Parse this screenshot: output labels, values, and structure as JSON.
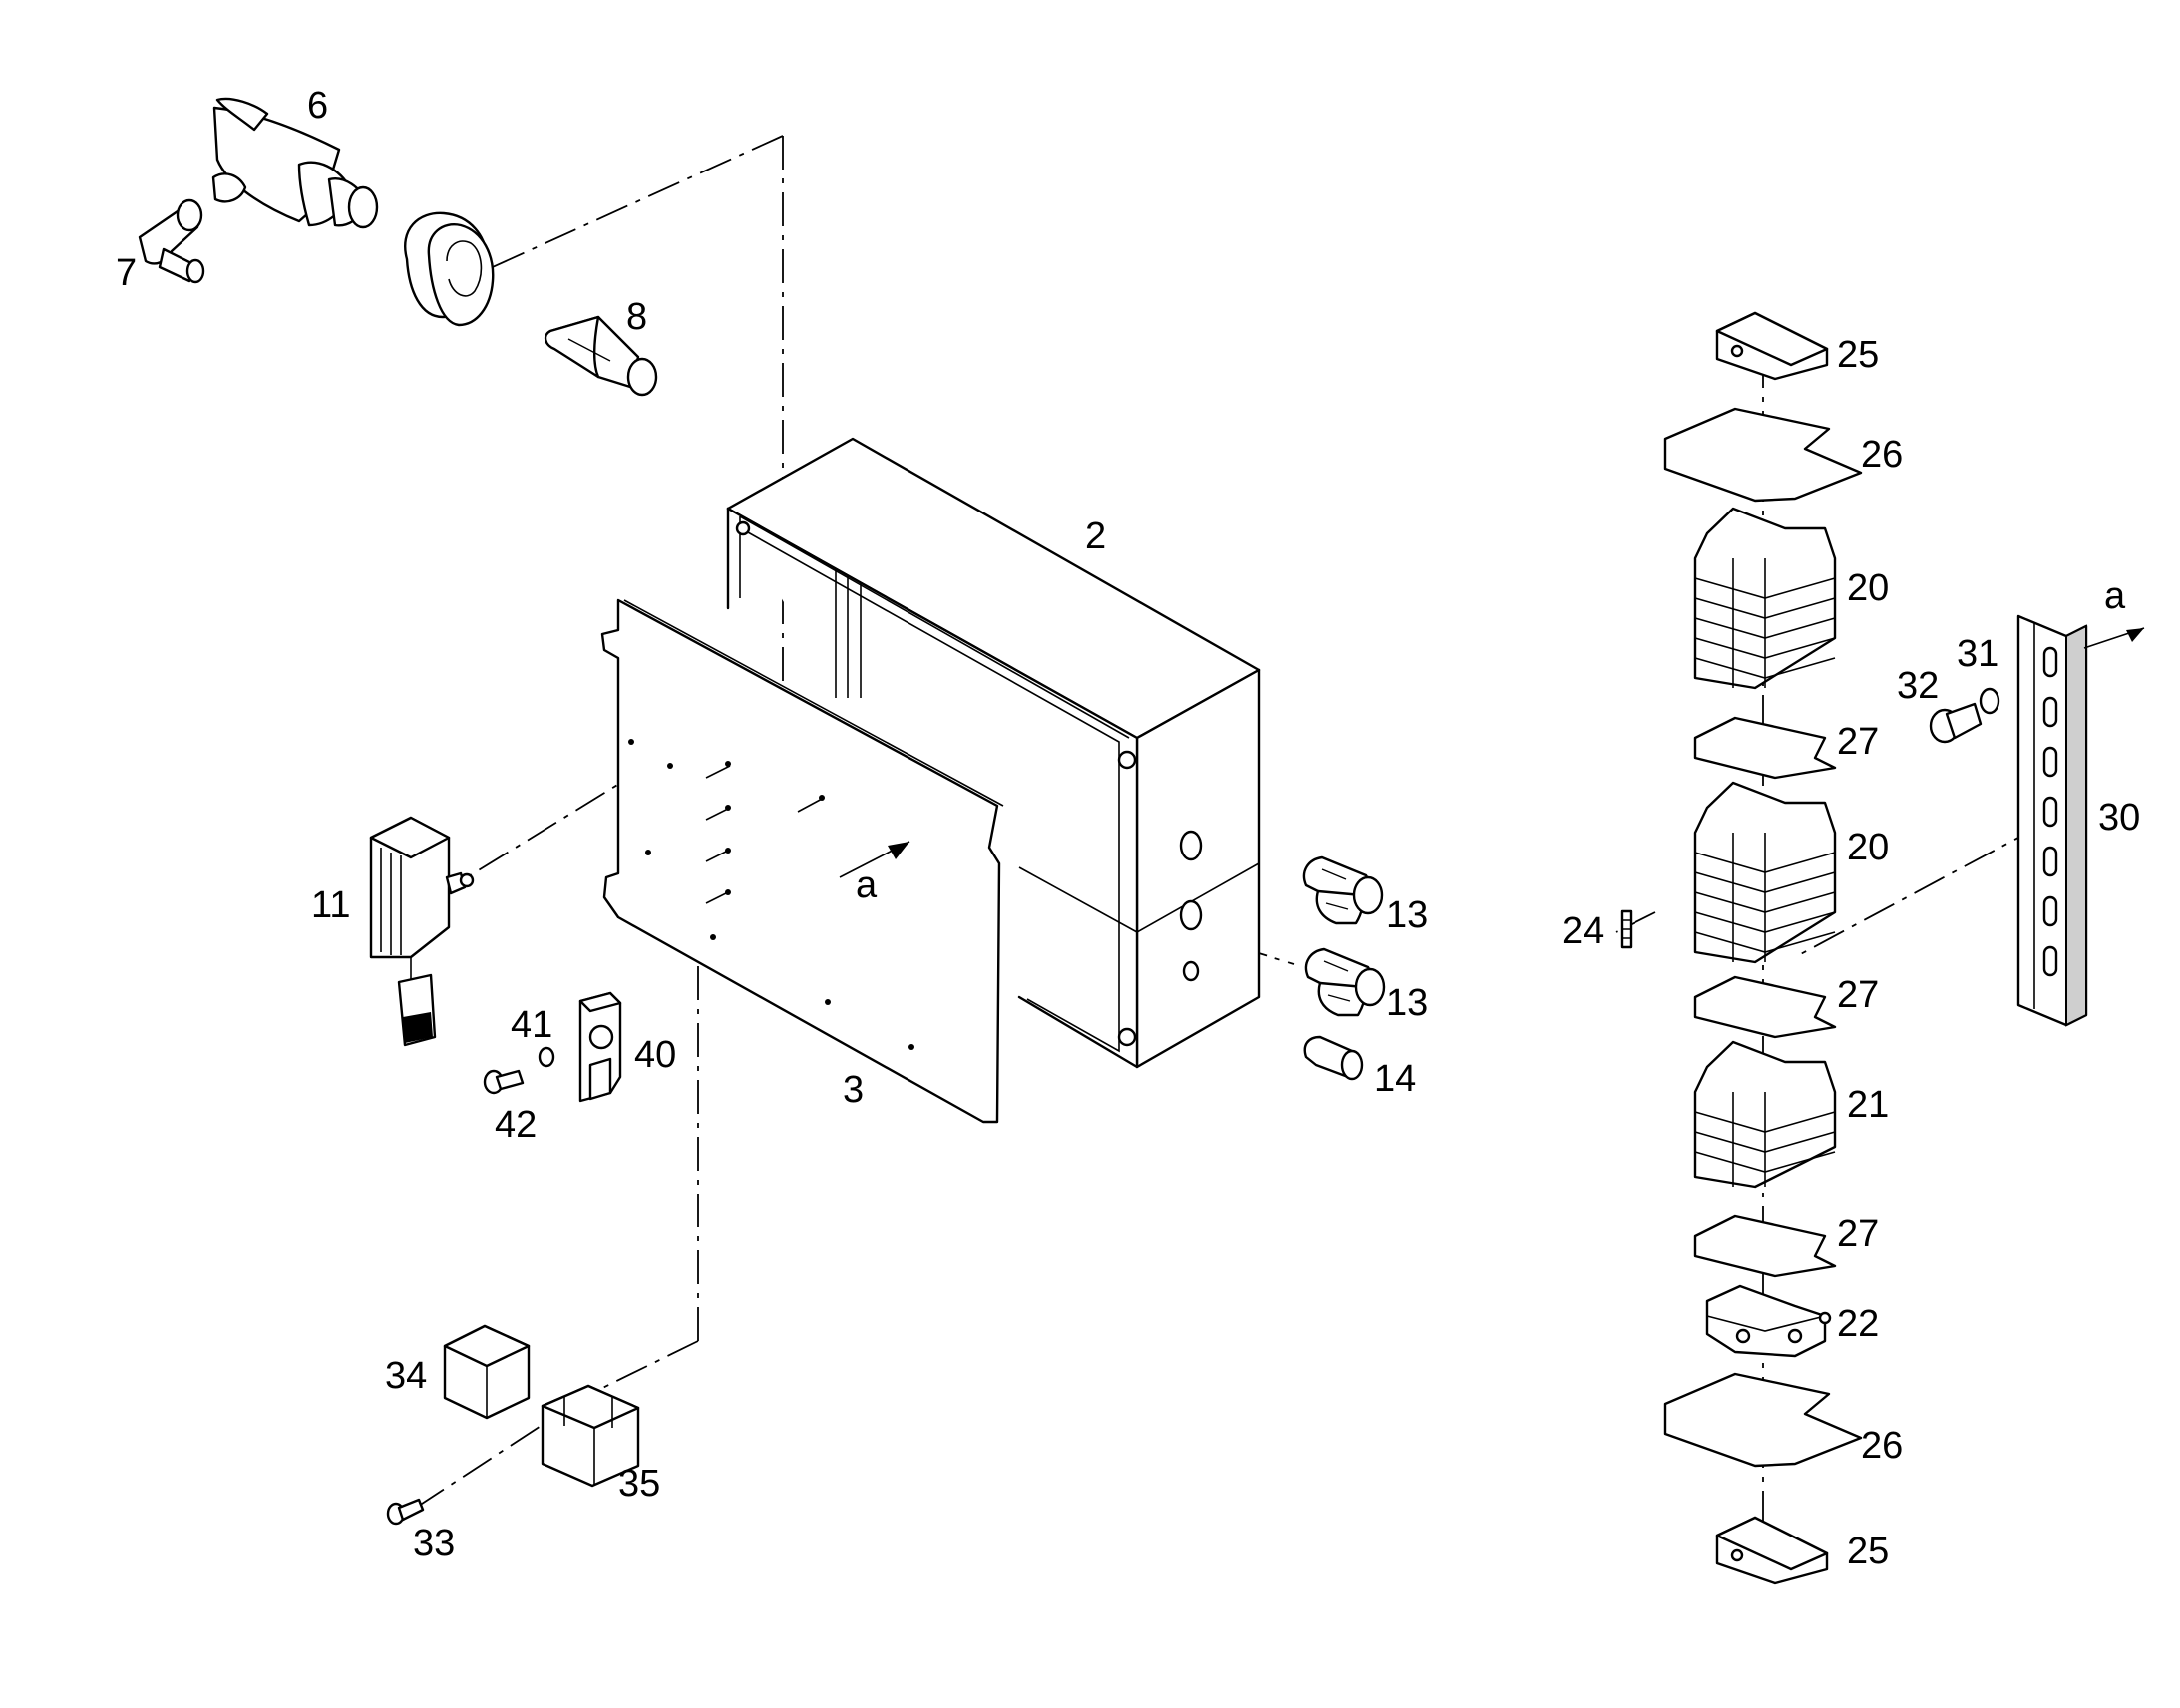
{
  "diagram": {
    "callouts": {
      "enclosure": "2",
      "mounting_plate": "3",
      "sensor": "6",
      "elbow_fitting": "7",
      "nozzle": "8",
      "heater": "11",
      "cable_gland_top": "13",
      "cable_gland_bottom": "13",
      "small_gland": "14",
      "terminal_block_top": "20",
      "terminal_block_mid": "20",
      "terminal_block_low": "21",
      "terminal_ground": "22",
      "marker_strip": "24",
      "end_clamp_top": "25",
      "end_clamp_bottom": "25",
      "end_plate_top": "26",
      "end_plate_bottom": "26",
      "separator_1": "27",
      "separator_2": "27",
      "separator_3": "27",
      "din_rail": "30",
      "washer": "31",
      "rail_screw": "32",
      "relay_screw": "33",
      "relay": "34",
      "relay_socket": "35",
      "bracket": "40",
      "bracket_washer": "41",
      "bracket_screw": "42"
    },
    "direction_labels": {
      "plate_direction": "a",
      "rail_direction": "a"
    }
  }
}
